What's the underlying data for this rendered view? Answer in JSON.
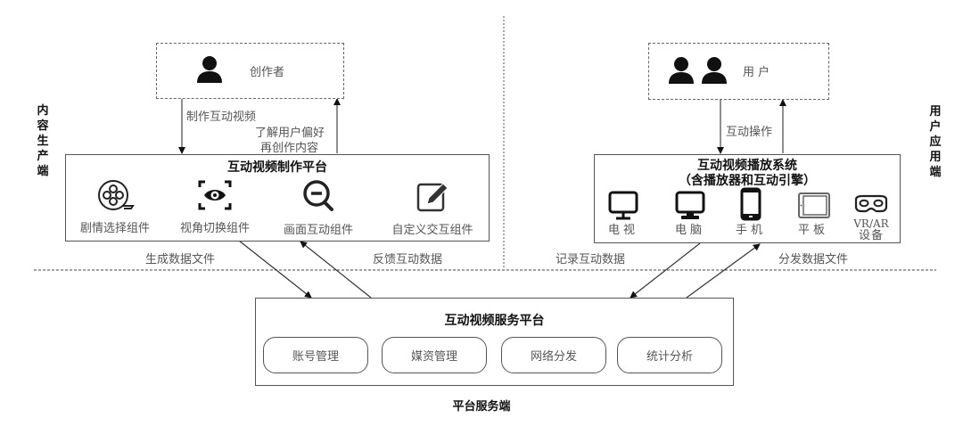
{
  "sections": {
    "content_side": "内容生产端",
    "user_side": "用户应用端",
    "platform_side": "平台服务端"
  },
  "creator": {
    "label": "创作者",
    "icon": "person-icon"
  },
  "users": {
    "label": "用 户",
    "icons": [
      "person-icon",
      "person-icon"
    ]
  },
  "flows": {
    "make_video": "制作互动视频",
    "learn_pref_line1": "了解用户偏好",
    "learn_pref_line2": "再创作内容",
    "interact_op": "互动操作",
    "gen_data_file": "生成数据文件",
    "feedback_data": "反馈互动数据",
    "record_data": "记录互动数据",
    "distribute_file": "分发数据文件"
  },
  "creation_platform": {
    "title": "互动视频制作平台",
    "components": [
      {
        "label": "剧情选择组件",
        "icon": "film-reel-icon"
      },
      {
        "label": "视角切换组件",
        "icon": "eye-focus-icon"
      },
      {
        "label": "画面互动组件",
        "icon": "zoom-out-icon"
      },
      {
        "label": "自定义交互组件",
        "icon": "edit-pencil-icon"
      }
    ]
  },
  "player_system": {
    "title_line1": "互动视频播放系统",
    "title_line2": "（含播放器和互动引擎）",
    "devices": [
      {
        "label": "电视",
        "icon": "tv-icon"
      },
      {
        "label": "电脑",
        "icon": "computer-icon"
      },
      {
        "label": "手机",
        "icon": "phone-icon"
      },
      {
        "label": "平板",
        "icon": "tablet-icon"
      },
      {
        "label_line1": "VR/AR",
        "label_line2": "设备",
        "icon": "vr-headset-icon"
      }
    ]
  },
  "service_platform": {
    "title": "互动视频服务平台",
    "modules": [
      "账号管理",
      "媒资管理",
      "网络分发",
      "统计分析"
    ]
  }
}
